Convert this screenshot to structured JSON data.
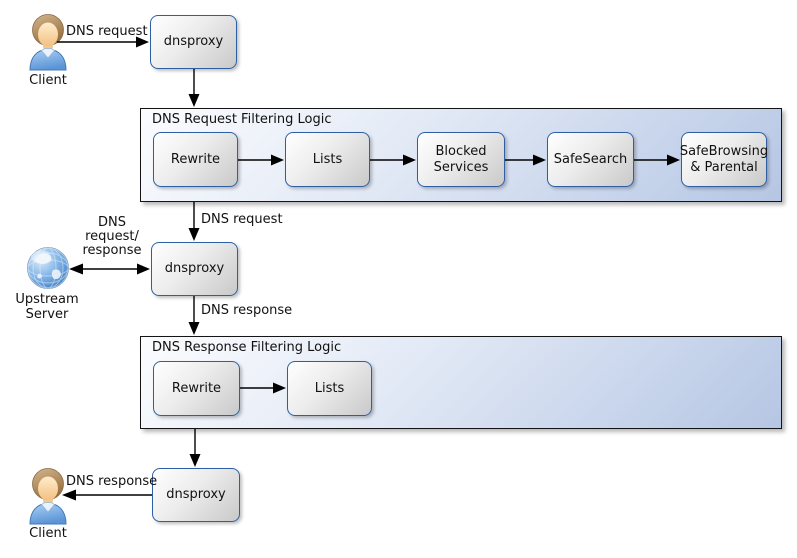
{
  "colors": {
    "node_border": "#2e5fa3",
    "node_fill_top": "#ffffff",
    "node_fill_bottom": "#c9c9c9",
    "container_border": "#141414",
    "container_fill_top": "#fbfcfe",
    "container_fill_bottom": "#b5c6e4",
    "arrow": "#000000",
    "text": "#111111"
  },
  "actors": {
    "client_top": {
      "label": "Client",
      "icon": "person-icon"
    },
    "upstream": {
      "label": "Upstream Server",
      "icon": "globe-icon"
    },
    "client_bottom": {
      "label": "Client",
      "icon": "person-icon"
    }
  },
  "proxies": {
    "top": {
      "label": "dnsproxy"
    },
    "middle": {
      "label": "dnsproxy"
    },
    "bottom": {
      "label": "dnsproxy"
    }
  },
  "request_flow": {
    "title": "DNS Request Filtering Logic",
    "steps": [
      "Rewrite",
      "Lists",
      "Blocked Services",
      "SafeSearch",
      "SafeBrowsing & Parental"
    ]
  },
  "response_flow": {
    "title": "DNS Response Filtering Logic",
    "steps": [
      "Rewrite",
      "Lists"
    ]
  },
  "edges": {
    "top_request": "DNS request",
    "mid_request": "DNS request",
    "upstream_exchange": "DNS request/ response",
    "mid_response": "DNS response",
    "bottom_response": "DNS response"
  }
}
